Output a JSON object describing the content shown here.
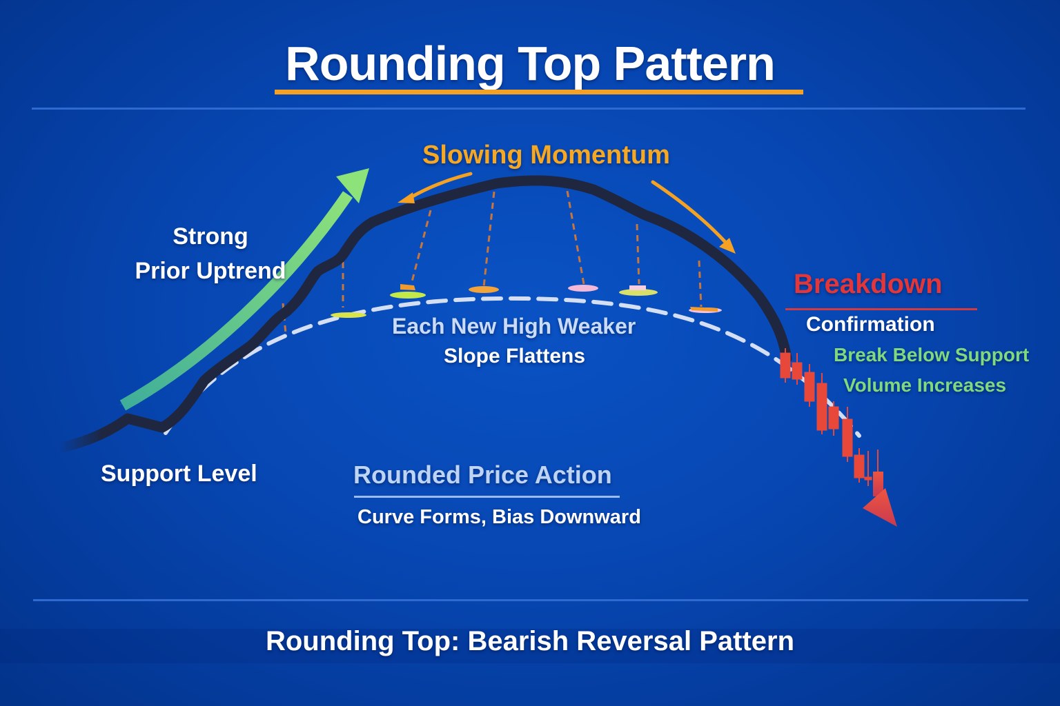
{
  "header": {
    "title": "Rounding Top Pattern",
    "title_underline_color": "#f5a123"
  },
  "annotations": {
    "prior_uptrend": {
      "line1": "Strong",
      "line2": "Prior Uptrend",
      "arrow_color": "#7fe07a"
    },
    "slowing_momentum": {
      "label": "Slowing Momentum",
      "color": "#f7a823"
    },
    "each_new_high": {
      "line1": "Each New High Weaker",
      "line2": "Slope Flattens"
    },
    "support": {
      "label": "Support Level"
    },
    "rounded_price_action": {
      "title": "Rounded Price Action",
      "subtitle": "Curve Forms, Bias Downward"
    },
    "breakdown": {
      "title": "Breakdown",
      "title_color": "#e2373a",
      "subtitle": "Confirmation",
      "points": [
        "Break Below Support",
        "Volume Increases"
      ],
      "points_color": "#7fd97f"
    }
  },
  "footer": {
    "caption": "Rounding Top: Bearish Reversal Pattern"
  },
  "colors": {
    "background": "#0747b3",
    "price_line": "#1e2640",
    "dashed_lines": "#e6ecf8",
    "candles": "#e8483a",
    "divider": "#2f6ad1"
  }
}
